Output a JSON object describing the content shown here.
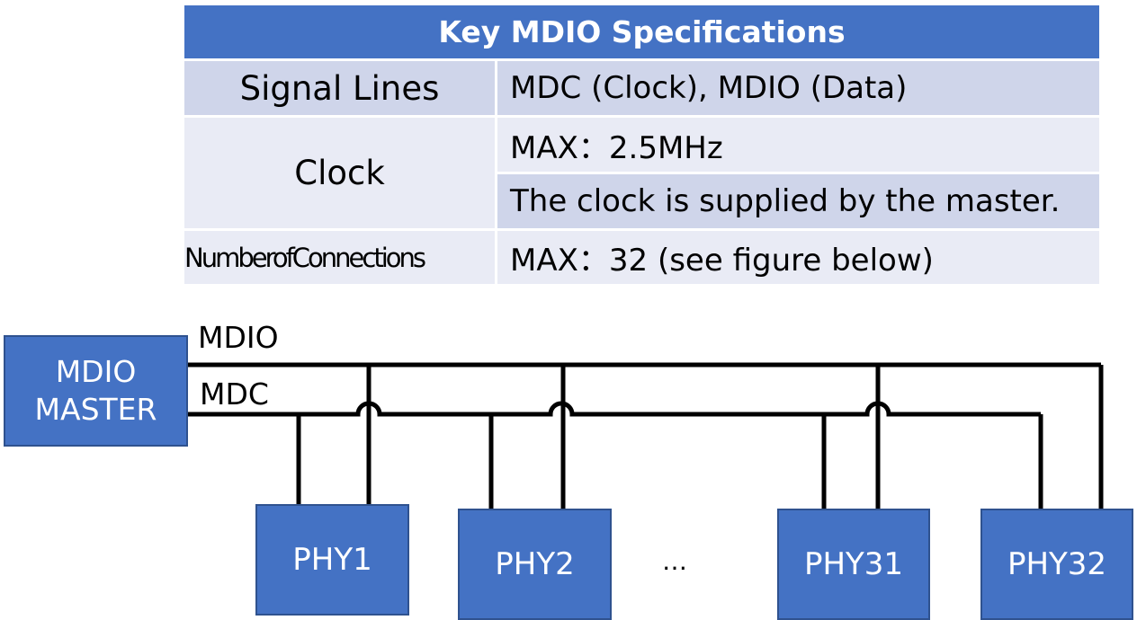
{
  "table": {
    "title": "Key MDIO Specifications",
    "rows": [
      {
        "label": "Signal Lines",
        "values": [
          "MDC (Clock), MDIO (Data)"
        ]
      },
      {
        "label": "Clock",
        "values": [
          "MAX：2.5MHz",
          "The clock is supplied by the master."
        ]
      },
      {
        "label": "NumberofConnections",
        "values": [
          "MAX：32 (see figure below)"
        ]
      }
    ]
  },
  "diagram": {
    "master": {
      "line1": "MDIO",
      "line2": "MASTER"
    },
    "bus_labels": {
      "mdio": "MDIO",
      "mdc": "MDC"
    },
    "phys": [
      "PHY1",
      "PHY2",
      "PHY31",
      "PHY32"
    ],
    "ellipsis": "…",
    "colors": {
      "box_fill": "#4472c4",
      "box_border": "#2f528f",
      "line": "#000000"
    }
  }
}
